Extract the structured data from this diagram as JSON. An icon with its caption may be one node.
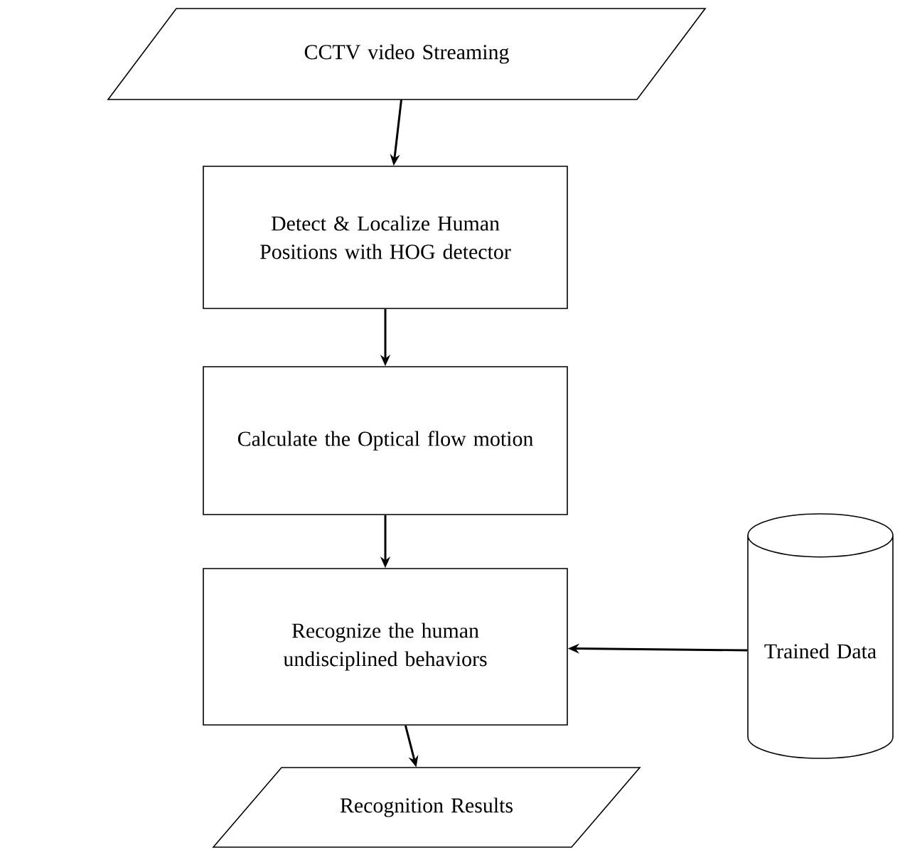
{
  "diagram": {
    "nodes": [
      {
        "text": [
          "CCTV video Streaming"
        ]
      },
      {
        "text": [
          "Detect & Localize Human Positions with HOG detector"
        ]
      },
      {
        "text": [
          "Calculate the Optical flow motion"
        ]
      },
      {
        "text": [
          "Recognize the human undisciplined behaviors"
        ]
      },
      {
        "text": [
          "Trained Data"
        ]
      },
      {
        "text": [
          "Recognition Results"
        ]
      }
    ],
    "edges": [
      {
        "from": 0,
        "to": 1,
        "arrow": "to"
      },
      {
        "from": 1,
        "to": 2,
        "arrow": "to"
      },
      {
        "from": 2,
        "to": 3,
        "arrow": "to"
      },
      {
        "from": 4,
        "to": 3,
        "arrow": "to"
      },
      {
        "from": 3,
        "to": 5,
        "arrow": "to"
      }
    ]
  }
}
